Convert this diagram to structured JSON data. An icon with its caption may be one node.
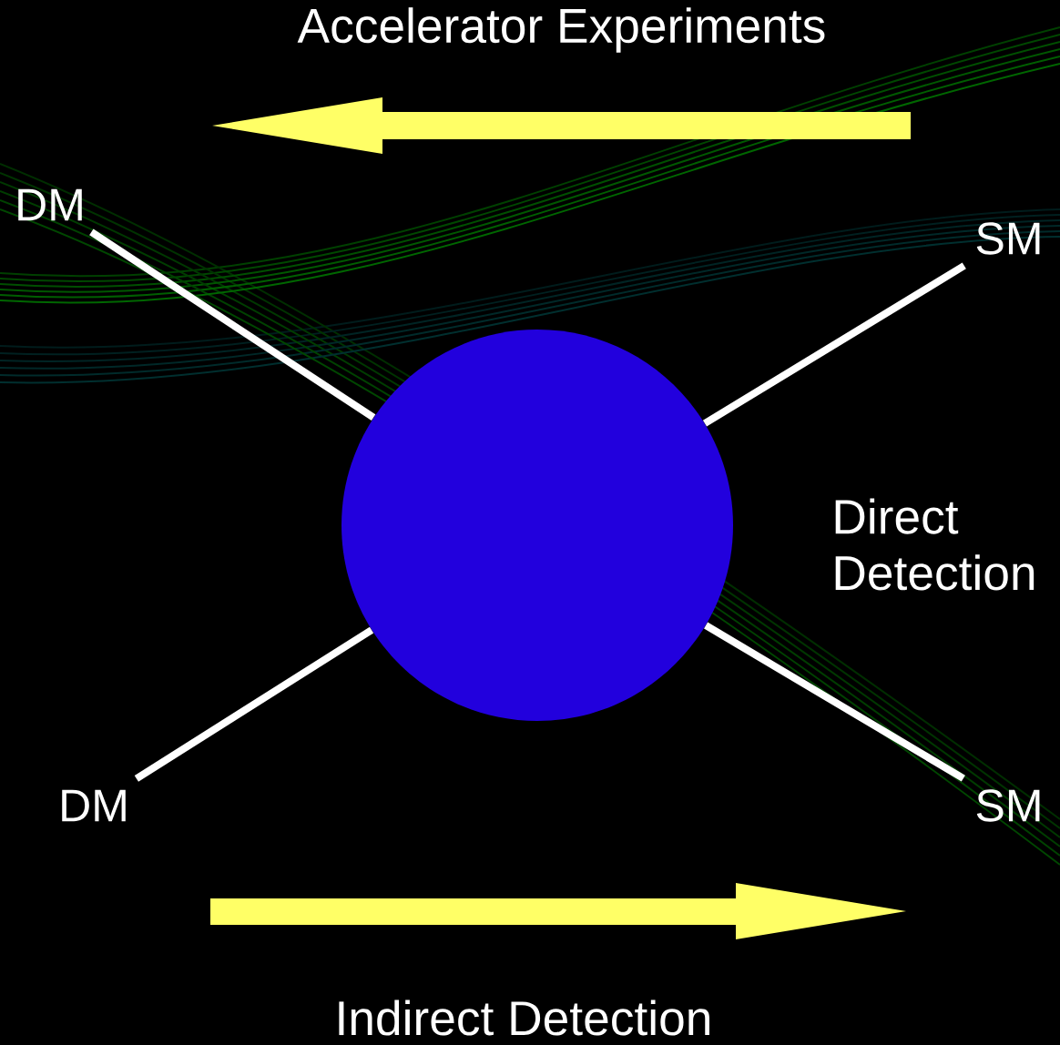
{
  "diagram": {
    "nodes": [
      {
        "text": [
          "DM"
        ]
      },
      {
        "text": [
          "SM"
        ]
      },
      {
        "text": [
          "DM"
        ]
      },
      {
        "text": [
          "SM"
        ]
      },
      {
        "text": [],
        "shape": "circle"
      }
    ],
    "edges": [
      {
        "from": 0,
        "to": 4,
        "arrow": "none"
      },
      {
        "from": 1,
        "to": 4,
        "arrow": "none"
      },
      {
        "from": 2,
        "to": 4,
        "arrow": "none"
      },
      {
        "from": 3,
        "to": 4,
        "arrow": "none"
      }
    ],
    "labels": [
      "Accelerator Experiments",
      "Direct Detection",
      "Indirect Detection"
    ]
  }
}
